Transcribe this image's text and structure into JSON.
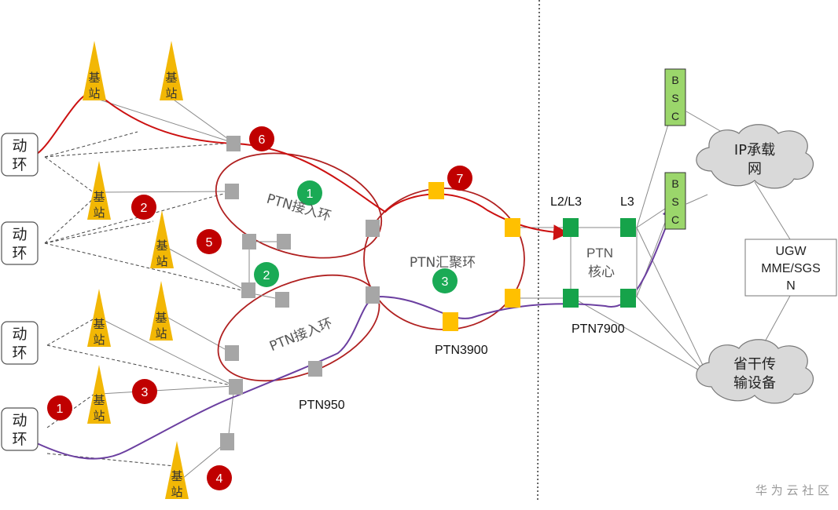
{
  "power_env": {
    "line1": "动",
    "line2": "环"
  },
  "base_station": {
    "line1": "基",
    "line2": "站"
  },
  "rings": {
    "access_ring_label": "PTN接入环",
    "aggregation_ring_label": "PTN汇聚环"
  },
  "devices": {
    "ptn950": "PTN950",
    "ptn3900": "PTN3900",
    "ptn7900": "PTN7900",
    "l2l3": "L2/L3",
    "l3": "L3",
    "core_line1": "PTN",
    "core_line2": "核心"
  },
  "bsc": {
    "line1": "B",
    "line2": "S",
    "line3": "C"
  },
  "clouds": {
    "ip_line1": "IP承载",
    "ip_line2": "网",
    "backbone_line1": "省干传",
    "backbone_line2": "输设备"
  },
  "ugw": {
    "line1": "UGW",
    "line2": "MME/SGS",
    "line3": "N"
  },
  "markers": {
    "red": [
      "1",
      "2",
      "3",
      "4",
      "5",
      "6",
      "7"
    ],
    "green": [
      "1",
      "2",
      "3"
    ]
  },
  "watermark": "华 为 云 社 区",
  "colors": {
    "red_path": "#cc1111",
    "purple_path": "#6b3fa0",
    "ring_outline": "#b02020",
    "access_node": "#a6a6a6",
    "agg_node": "#ffc000",
    "core_node": "#16a34a",
    "bsc_fill": "#9bd66b",
    "station": "#f2b705",
    "marker_red": "#c00000",
    "marker_green": "#1aaa55"
  }
}
